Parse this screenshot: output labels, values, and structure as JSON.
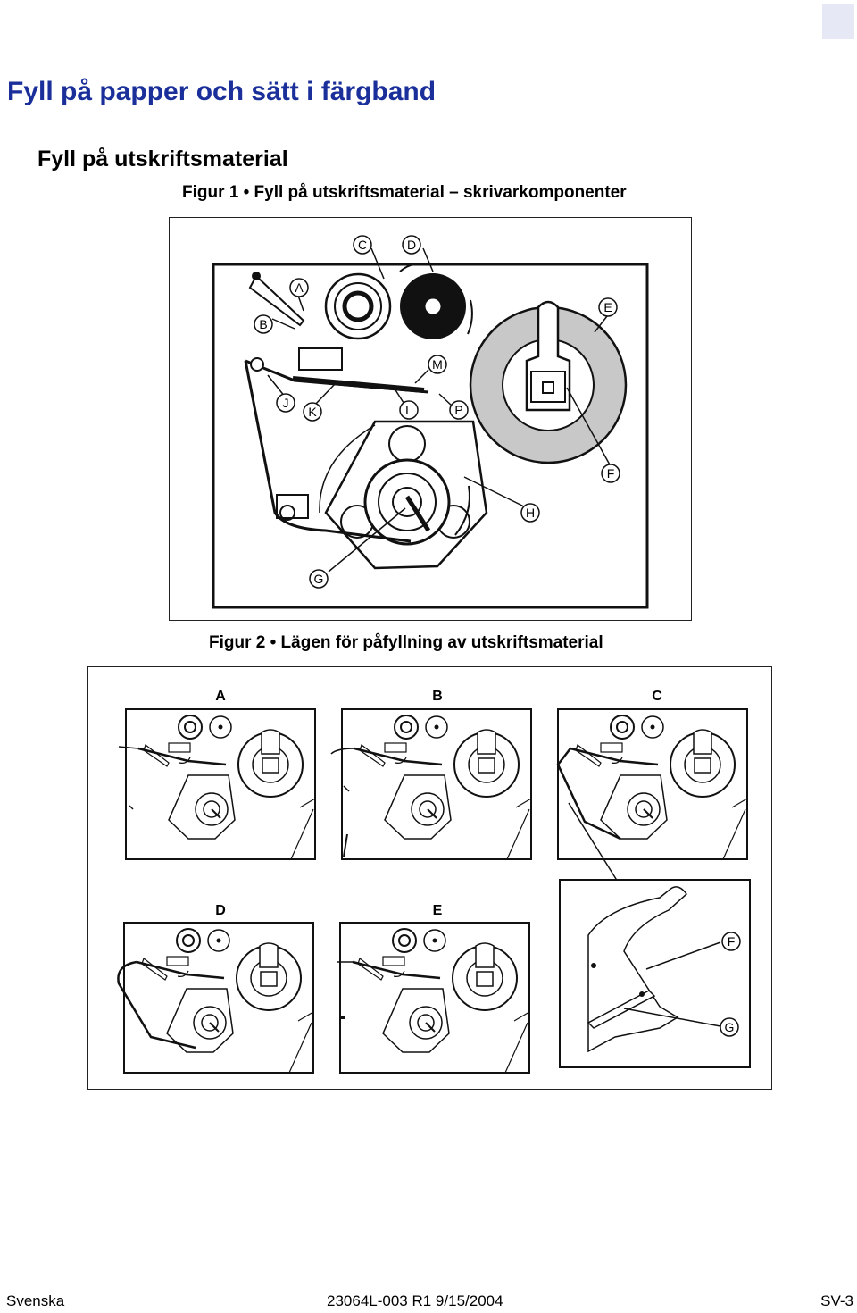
{
  "heading": "Fyll på papper och sätt i färgband",
  "subheading": "Fyll på utskriftsmaterial",
  "figure1": {
    "caption": "Figur 1 • Fyll på utskriftsmaterial – skrivarkomponenter",
    "callouts": {
      "a": "A",
      "b": "B",
      "c": "C",
      "d": "D",
      "e": "E",
      "f": "F",
      "g": "G",
      "h": "H",
      "j": "J",
      "k": "K",
      "l": "L",
      "m": "M",
      "p": "P"
    }
  },
  "figure2": {
    "caption": "Figur 2 • Lägen för påfyllning av utskriftsmaterial",
    "panel_labels": {
      "a": "A",
      "b": "B",
      "c": "C",
      "d": "D",
      "e": "E"
    },
    "callouts": {
      "f": "F",
      "g": "G"
    }
  },
  "footer": {
    "language": "Svenska",
    "doc_info": "23064L-003  R1   9/15/2004",
    "page": "SV-3"
  },
  "colors": {
    "heading": "#1a2f9a",
    "supply_roll": "#c8c8c8",
    "corner_box": "#e6e8f6"
  }
}
